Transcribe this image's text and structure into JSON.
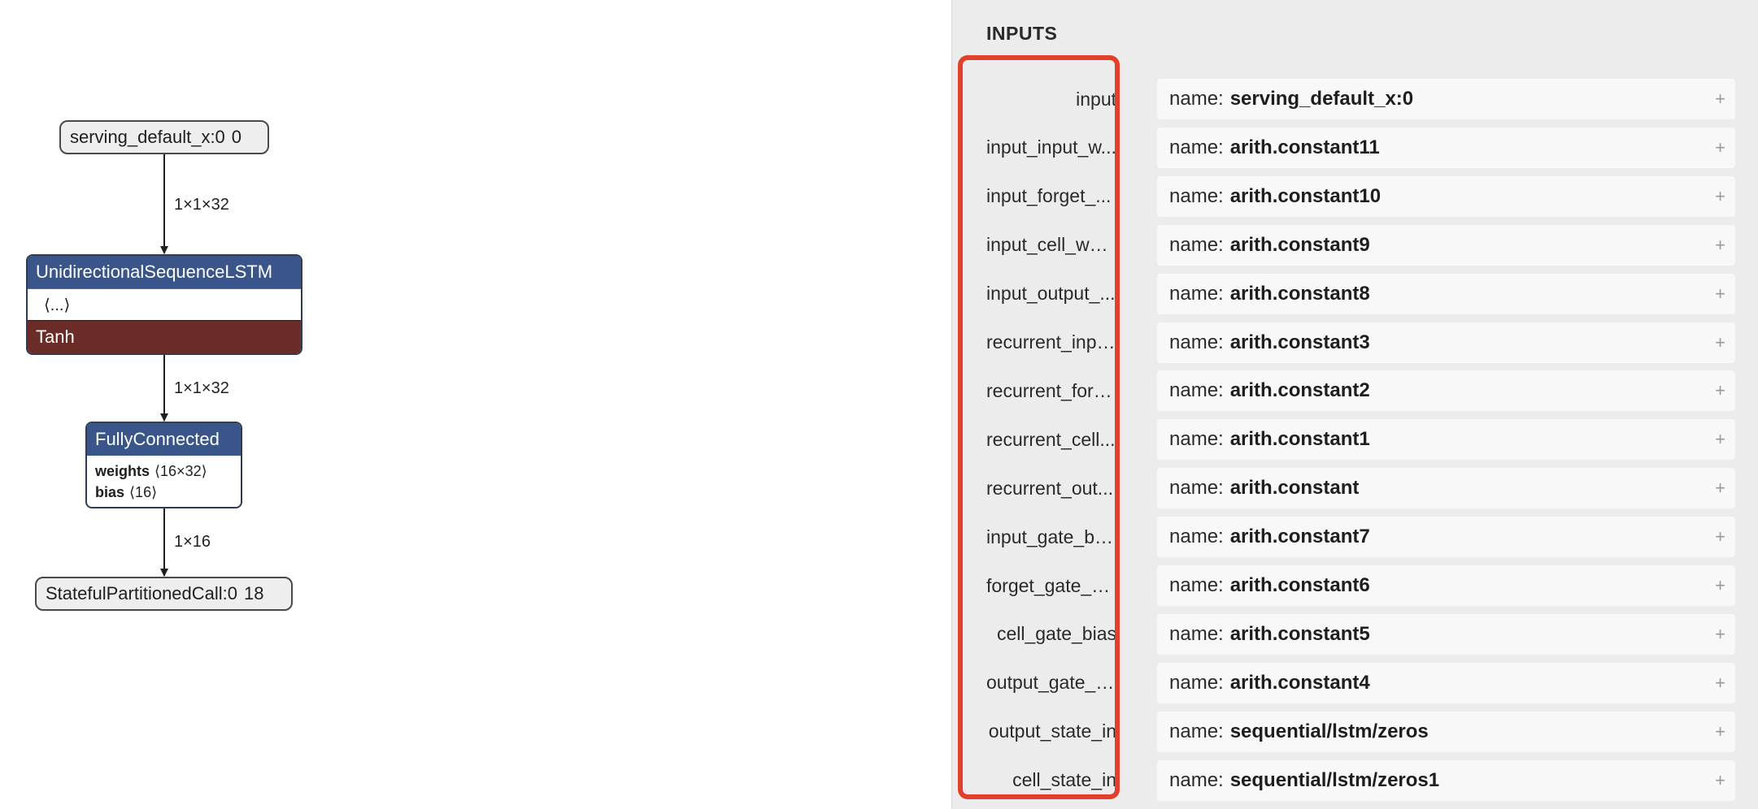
{
  "graph": {
    "input_node": {
      "name": "serving_default_x:0",
      "index": "0"
    },
    "edges": [
      "1×1×32",
      "1×1×32",
      "1×16"
    ],
    "lstm": {
      "title": "UnidirectionalSequenceLSTM",
      "attr": "⟨...⟩",
      "activation": "Tanh"
    },
    "fc": {
      "title": "FullyConnected",
      "weights_label": "weights",
      "weights_shape": "⟨16×32⟩",
      "bias_label": "bias",
      "bias_shape": "⟨16⟩"
    },
    "output_node": {
      "name": "StatefulPartitionedCall:0",
      "index": "18"
    }
  },
  "sidebar": {
    "title": "INPUTS",
    "name_key": "name:",
    "expand_glyph": "+",
    "rows": [
      {
        "label": "input",
        "value": "serving_default_x:0"
      },
      {
        "label": "input_input_w...",
        "value": "arith.constant11"
      },
      {
        "label": "input_forget_...",
        "value": "arith.constant10"
      },
      {
        "label": "input_cell_wei...",
        "value": "arith.constant9"
      },
      {
        "label": "input_output_...",
        "value": "arith.constant8"
      },
      {
        "label": "recurrent_inpu...",
        "value": "arith.constant3"
      },
      {
        "label": "recurrent_forg...",
        "value": "arith.constant2"
      },
      {
        "label": "recurrent_cell...",
        "value": "arith.constant1"
      },
      {
        "label": "recurrent_out...",
        "value": "arith.constant"
      },
      {
        "label": "input_gate_bias",
        "value": "arith.constant7"
      },
      {
        "label": "forget_gate_bi...",
        "value": "arith.constant6"
      },
      {
        "label": "cell_gate_bias",
        "value": "arith.constant5"
      },
      {
        "label": "output_gate_b...",
        "value": "arith.constant4"
      },
      {
        "label": "output_state_in",
        "value": "sequential/lstm/zeros"
      },
      {
        "label": "cell_state_in",
        "value": "sequential/lstm/zeros1"
      }
    ]
  }
}
